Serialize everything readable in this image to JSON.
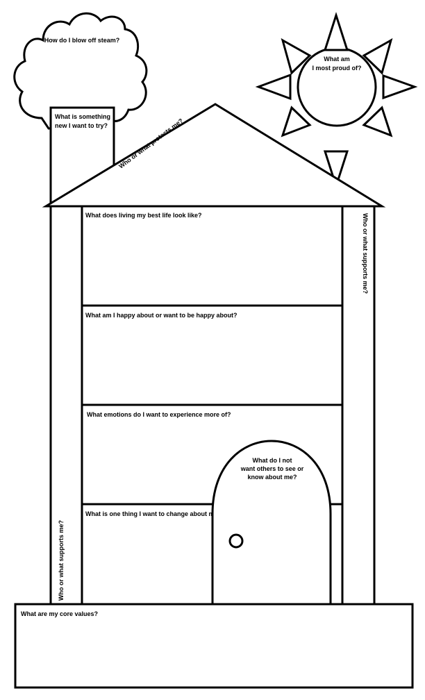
{
  "worksheet": {
    "cloud": "How do I blow off steam?",
    "sun": [
      "What am",
      "I most  proud of?"
    ],
    "chimney": [
      "What is something",
      "new I want to try?"
    ],
    "roof": "Who or what protects me?",
    "right_pillar": "Who or what supports me?",
    "left_pillar": "Who or what  supports me?",
    "floors": [
      "What does living my best life look like?",
      "What am I happy about or want to be happy about?",
      "What emotions do I want to experience more of?",
      "What is one thing I want to change about myself?"
    ],
    "door": [
      "What do I not",
      "want others to see or",
      "know about me?"
    ],
    "foundation": "What are my core values?"
  }
}
